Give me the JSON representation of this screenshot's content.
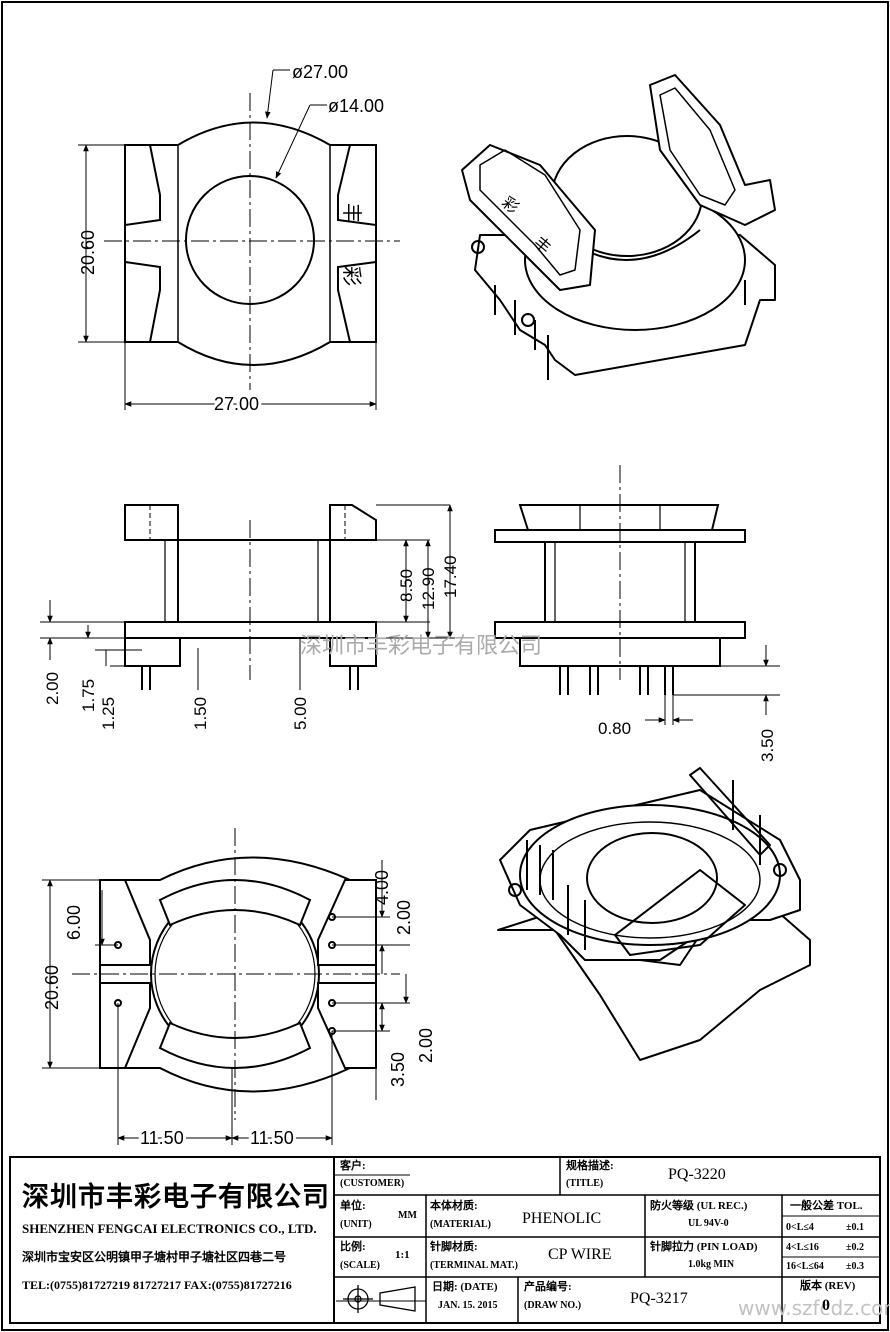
{
  "drawing": {
    "top_view_dims": {
      "outer_dia": "ø27.00",
      "inner_dia": "ø14.00",
      "height": "20.60",
      "width": "27.00"
    },
    "logo_chars": [
      "丰",
      "彩"
    ],
    "side_view_dims": {
      "h1": "8.50",
      "h2": "12.90",
      "h3": "17.40",
      "d1": "2.00",
      "d2": "1.75",
      "d3": "1.25",
      "d4": "1.50",
      "d5": "5.00"
    },
    "end_view_dims": {
      "pin_dia": "0.80",
      "pin_len": "3.50"
    },
    "bottom_view_dims": {
      "height": "20.60",
      "d6": "6.00",
      "d4": "4.00",
      "d2a": "2.00",
      "d2b": "2.00",
      "d35": "3.50",
      "w_left": "11.50",
      "w_right": "11.50"
    }
  },
  "title_block": {
    "company_cn": "深圳市丰彩电子有限公司",
    "company_en": "SHENZHEN FENGCAI ELECTRONICS CO., LTD.",
    "address": "深圳市宝安区公明镇甲子塘村甲子塘社区四巷二号",
    "contact": "TEL:(0755)81727219  81727217   FAX:(0755)81727216",
    "customer_label_cn": "客户:",
    "customer_label_en": "(CUSTOMER)",
    "title_label_cn": "规格描述:",
    "title_label_en": "(TITLE)",
    "title_value": "PQ-3220",
    "unit_label_cn": "单位:",
    "unit_label_en": "(UNIT)",
    "unit_value": "MM",
    "material_label_cn": "本体材质:",
    "material_label_en": "(MATERIAL)",
    "material_value": "PHENOLIC",
    "fire_label": "防火等级 (UL REC.)",
    "fire_value": "UL 94V-0",
    "scale_label_cn": "比例:",
    "scale_label_en": "(SCALE)",
    "scale_value": "1:1",
    "terminal_label_cn": "针脚材质:",
    "terminal_label_en": "(TERMINAL MAT.)",
    "terminal_value": "CP WIRE",
    "pin_load_label": "针脚拉力 (PIN LOAD)",
    "pin_load_value": "1.0kg MIN",
    "date_label": "日期: (DATE)",
    "date_value": "JAN. 15. 2015",
    "drawno_label_cn": "产品编号:",
    "drawno_label_en": "(DRAW NO.)",
    "drawno_value": "PQ-3217",
    "tol_label": "一般公差 TOL.",
    "tol_rows": [
      {
        "range": "0<L≤4",
        "value": "±0.1"
      },
      {
        "range": "4<L≤16",
        "value": "±0.2"
      },
      {
        "range": "16<L≤64",
        "value": "±0.3"
      }
    ],
    "rev_label": "版本 (REV)",
    "rev_value": "0"
  },
  "watermarks": {
    "center": "深圳市丰彩电子有限公司",
    "corner": "www.szfcdz.com"
  }
}
